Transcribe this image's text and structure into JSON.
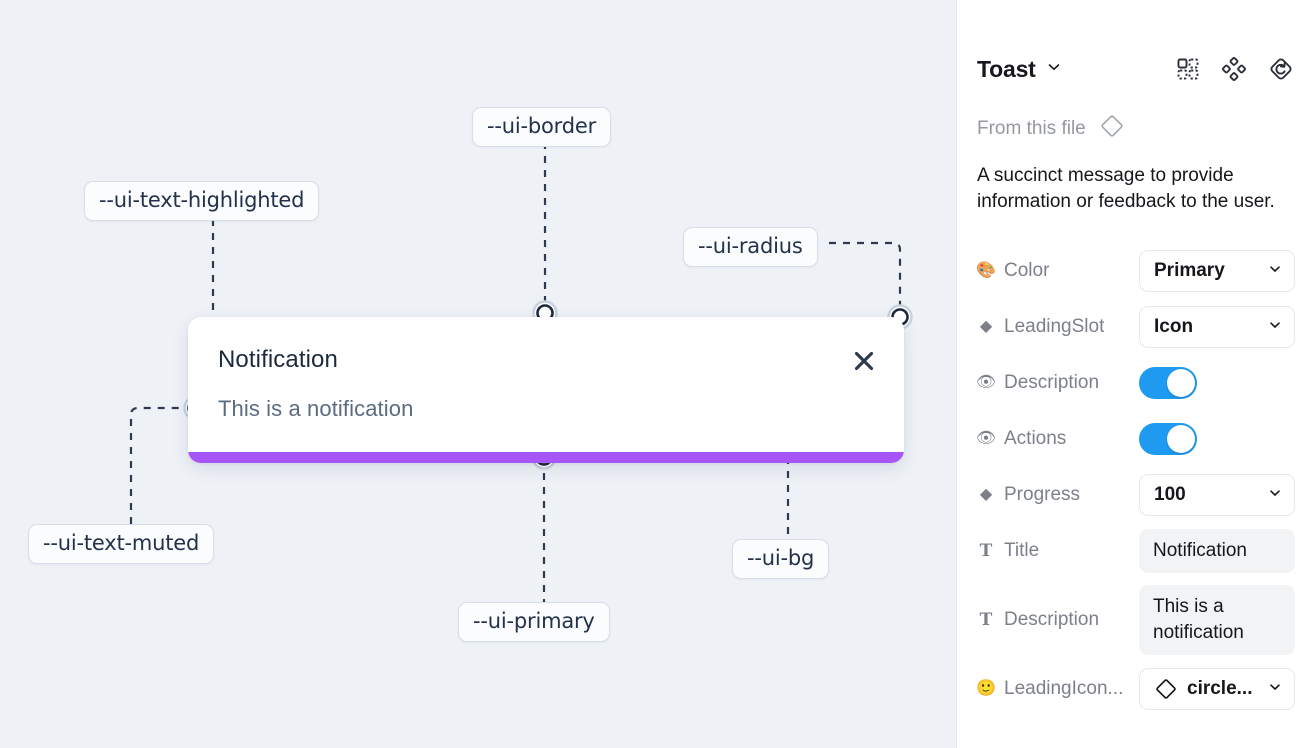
{
  "canvas": {
    "background_color": "#eef2f7",
    "toast": {
      "title": "Notification",
      "description": "This is a notification",
      "close_icon": "close-x-icon",
      "progress_color": "#a855f7",
      "background_color": "#ffffff"
    },
    "token_labels": [
      {
        "id": "ui-border",
        "text": "--ui-border"
      },
      {
        "id": "ui-text-highlighted",
        "text": "--ui-text-highlighted"
      },
      {
        "id": "ui-radius",
        "text": "--ui-radius"
      },
      {
        "id": "ui-text-muted",
        "text": "--ui-text-muted"
      },
      {
        "id": "ui-bg",
        "text": "--ui-bg"
      },
      {
        "id": "ui-primary",
        "text": "--ui-primary"
      }
    ]
  },
  "panel": {
    "title": "Toast",
    "title_chevron_icon": "chevron-down-icon",
    "header_icons": [
      {
        "name": "component-variants-icon"
      },
      {
        "name": "component-set-icon"
      },
      {
        "name": "reset-instance-icon"
      }
    ],
    "from_file": {
      "label": "From this file",
      "icon": "diamond-outline-icon"
    },
    "description": "A succinct message to provide information or feedback to the user.",
    "properties": [
      {
        "icon": "palette-emoji-icon",
        "icon_glyph": "🎨",
        "icon_kind": "emoji",
        "label": "Color",
        "control": "select",
        "value": "Primary",
        "chevron_icon": "chevron-down-icon"
      },
      {
        "icon": "diamond-solid-icon",
        "icon_glyph": "◆",
        "icon_kind": "glyph",
        "label": "LeadingSlot",
        "control": "select",
        "value": "Icon",
        "chevron_icon": "chevron-down-icon"
      },
      {
        "icon": "eye-emoji-icon",
        "icon_glyph": "👁",
        "icon_kind": "emoji",
        "label": "Description",
        "control": "toggle",
        "value": "on"
      },
      {
        "icon": "eye-emoji-icon",
        "icon_glyph": "👁",
        "icon_kind": "emoji",
        "label": "Actions",
        "control": "toggle",
        "value": "on"
      },
      {
        "icon": "diamond-solid-icon",
        "icon_glyph": "◆",
        "icon_kind": "glyph",
        "label": "Progress",
        "control": "select",
        "value": "100",
        "chevron_icon": "chevron-down-icon"
      },
      {
        "icon": "text-type-icon",
        "icon_glyph": "T",
        "icon_kind": "mono",
        "label": "Title",
        "control": "textfield",
        "value": "Notification"
      },
      {
        "icon": "text-type-icon",
        "icon_glyph": "T",
        "icon_kind": "mono",
        "label": "Description",
        "control": "textfield",
        "value": "This is a notification"
      },
      {
        "icon": "smiley-emoji-icon",
        "icon_glyph": "🙂",
        "icon_kind": "emoji",
        "label": "LeadingIcon...",
        "control": "icon-select",
        "value": "circle...",
        "lead_icon": "diamond-outline-icon",
        "chevron_icon": "chevron-down-icon"
      }
    ]
  },
  "colors": {
    "accent_purple": "#a855f7",
    "toggle_blue": "#1e9bf0",
    "canvas_bg": "#eef2f7",
    "connector": "#2d3a52"
  }
}
